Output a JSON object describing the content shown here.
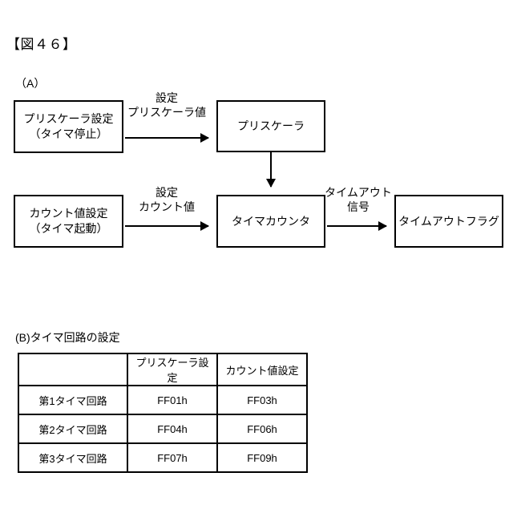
{
  "figure": {
    "title": "【図４６】"
  },
  "sections": {
    "a_label": "（A）",
    "b_label": "(B)タイマ回路の設定"
  },
  "diagram": {
    "boxes": [
      {
        "id": "prescaler-setting",
        "line1": "プリスケーラ設定",
        "line2": "（タイマ停止）"
      },
      {
        "id": "prescaler",
        "line1": "プリスケーラ",
        "line2": ""
      },
      {
        "id": "count-setting",
        "line1": "カウント値設定",
        "line2": "（タイマ起動）"
      },
      {
        "id": "timer-counter",
        "line1": "タイマカウンタ",
        "line2": ""
      },
      {
        "id": "timeout-flag",
        "line1": "タイムアウトフラグ",
        "line2": ""
      }
    ],
    "arrow_labels": [
      {
        "id": "prescaler-value",
        "line1": "設定",
        "line2": "プリスケーラ値"
      },
      {
        "id": "count-value",
        "line1": "設定",
        "line2": "カウント値"
      },
      {
        "id": "timeout-signal",
        "line1": "タイムアウト",
        "line2": "信号"
      }
    ]
  },
  "table": {
    "headers": [
      "",
      "プリスケーラ設定",
      "カウント値設定"
    ],
    "rows": [
      {
        "name": "第1タイマ回路",
        "prescaler": "FF01h",
        "count": "FF03h"
      },
      {
        "name": "第2タイマ回路",
        "prescaler": "FF04h",
        "count": "FF06h"
      },
      {
        "name": "第3タイマ回路",
        "prescaler": "FF07h",
        "count": "FF09h"
      }
    ]
  },
  "colors": {
    "background": "#ffffff",
    "ink": "#000000"
  }
}
